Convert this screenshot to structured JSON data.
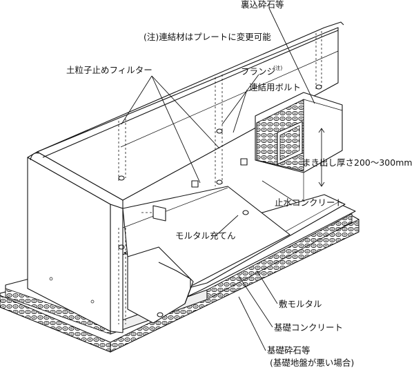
{
  "labels": {
    "backfill": "裏込砕石等",
    "note": "(注)連結材はプレートに変更可能",
    "filter": "土粒子止めフィルター",
    "flange": "フランジ",
    "flange_note": "(注)",
    "bolt": "連結用ボルト",
    "thickness": "まき出し厚さ200～300mm",
    "waterstop": "止水コンクリート",
    "mortar_fill": "モルタル充てん",
    "bed_mortar": "敷モルタル",
    "foundation_concrete": "基礎コンクリート",
    "foundation_gravel": "基礎砕石等",
    "foundation_gravel_note": "(基礎地盤が悪い場合)"
  },
  "colors": {
    "line": "#111111",
    "face": "#ffffff",
    "shade": "#efefef"
  }
}
